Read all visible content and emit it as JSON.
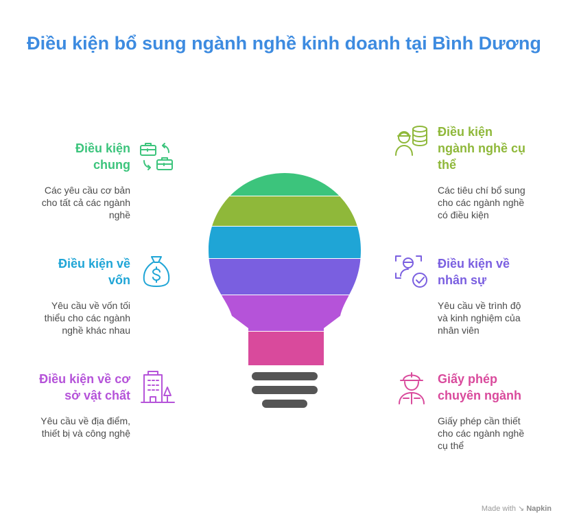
{
  "title": "Điều kiện bổ sung ngành nghề kinh doanh tại Bình Dương",
  "items": [
    {
      "head_lines": [
        "Điều kiện",
        "chung"
      ],
      "desc_lines": [
        "Các yêu cầu cơ bản",
        "cho tất cả các ngành",
        "nghề"
      ],
      "color": "#3cc47c",
      "icon": "briefcase-swap-icon"
    },
    {
      "head_lines": [
        "Điều kiện",
        "ngành nghề cụ",
        "thể"
      ],
      "desc_lines": [
        "Các tiêu chí bổ sung",
        "cho các ngành nghề",
        "có điều kiện"
      ],
      "color": "#8fb83a",
      "icon": "worker-database-icon"
    },
    {
      "head_lines": [
        "Điều kiện về",
        "vốn"
      ],
      "desc_lines": [
        "Yêu cầu về vốn tối",
        "thiểu cho các ngành",
        "nghề khác nhau"
      ],
      "color": "#1fa5d6",
      "icon": "money-bag-icon"
    },
    {
      "head_lines": [
        "Điều kiện về",
        "nhân sự"
      ],
      "desc_lines": [
        "Yêu cầu về trình độ",
        "và kinh nghiệm của",
        "nhân viên"
      ],
      "color": "#7a5fe0",
      "icon": "face-scan-check-icon"
    },
    {
      "head_lines": [
        "Điều kiện về cơ",
        "sở vật chất"
      ],
      "desc_lines": [
        "Yêu cầu về địa điểm,",
        "thiết bị và công nghệ"
      ],
      "color": "#b553d9",
      "icon": "building-tree-icon"
    },
    {
      "head_lines": [
        "Giấy phép",
        "chuyên ngành"
      ],
      "desc_lines": [
        "Giấy phép cần thiết",
        "cho các ngành nghề",
        "cụ thể"
      ],
      "color": "#d94a9c",
      "icon": "engineer-icon"
    }
  ],
  "bulb_colors": [
    "#3cc47c",
    "#8fb83a",
    "#1fa5d6",
    "#7a5fe0",
    "#b553d9",
    "#d94a9c"
  ],
  "base_color": "#555555",
  "watermark": {
    "prefix": "Made with",
    "brand": "Napkin"
  }
}
